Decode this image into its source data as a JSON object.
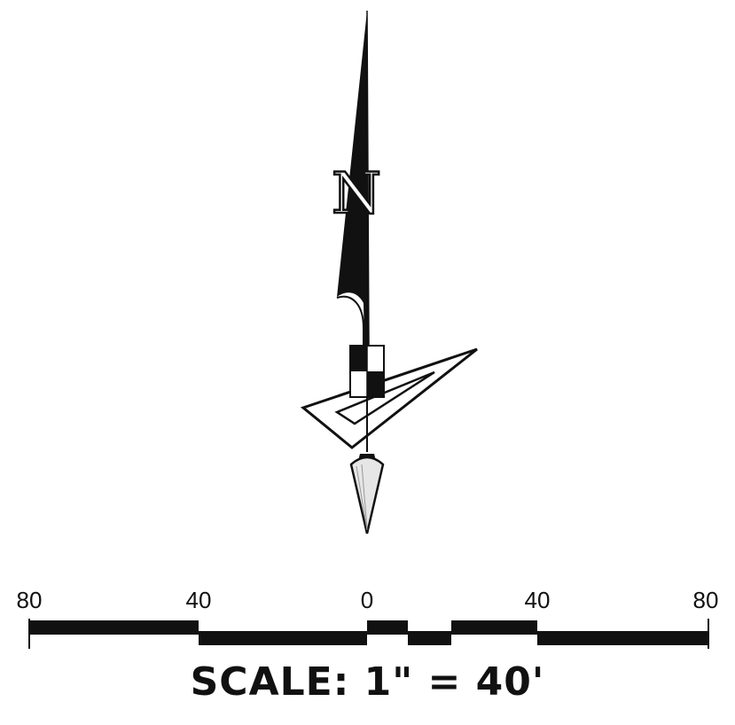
{
  "north_arrow": {
    "letter": "N"
  },
  "scale_bar": {
    "tick_labels": [
      "80",
      "40",
      "0",
      "40",
      "80"
    ],
    "title": "SCALE: 1\" = 40'"
  },
  "colors": {
    "ink": "#111111",
    "paper": "#ffffff",
    "cone_fill": "#e6e6e6"
  },
  "icons": [
    "north-arrow-icon",
    "drafting-triangle-icon",
    "checker-target-icon",
    "plumb-bob-icon"
  ]
}
